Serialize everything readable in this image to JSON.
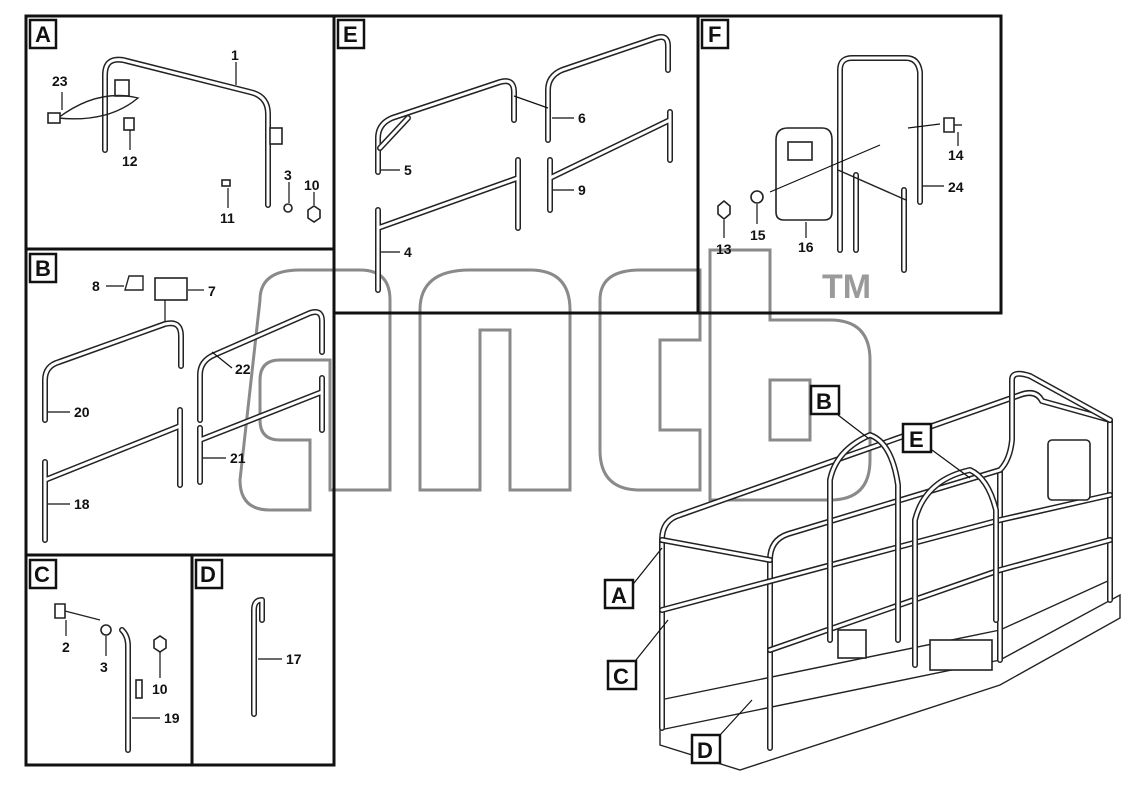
{
  "panels": [
    {
      "letter": "A"
    },
    {
      "letter": "B"
    },
    {
      "letter": "C"
    },
    {
      "letter": "D"
    },
    {
      "letter": "E"
    },
    {
      "letter": "F"
    }
  ],
  "callouts": {
    "A": [
      "1",
      "23",
      "12",
      "3",
      "10",
      "11"
    ],
    "B": [
      "8",
      "7",
      "22",
      "20",
      "21",
      "18"
    ],
    "C": [
      "2",
      "3",
      "10",
      "19"
    ],
    "D": [
      "17"
    ],
    "E": [
      "6",
      "5",
      "9",
      "4"
    ],
    "F": [
      "14",
      "24",
      "13",
      "15",
      "16"
    ]
  },
  "overview_callouts": [
    "A",
    "B",
    "C",
    "D",
    "E"
  ],
  "watermark": {
    "trademark": "TM"
  }
}
